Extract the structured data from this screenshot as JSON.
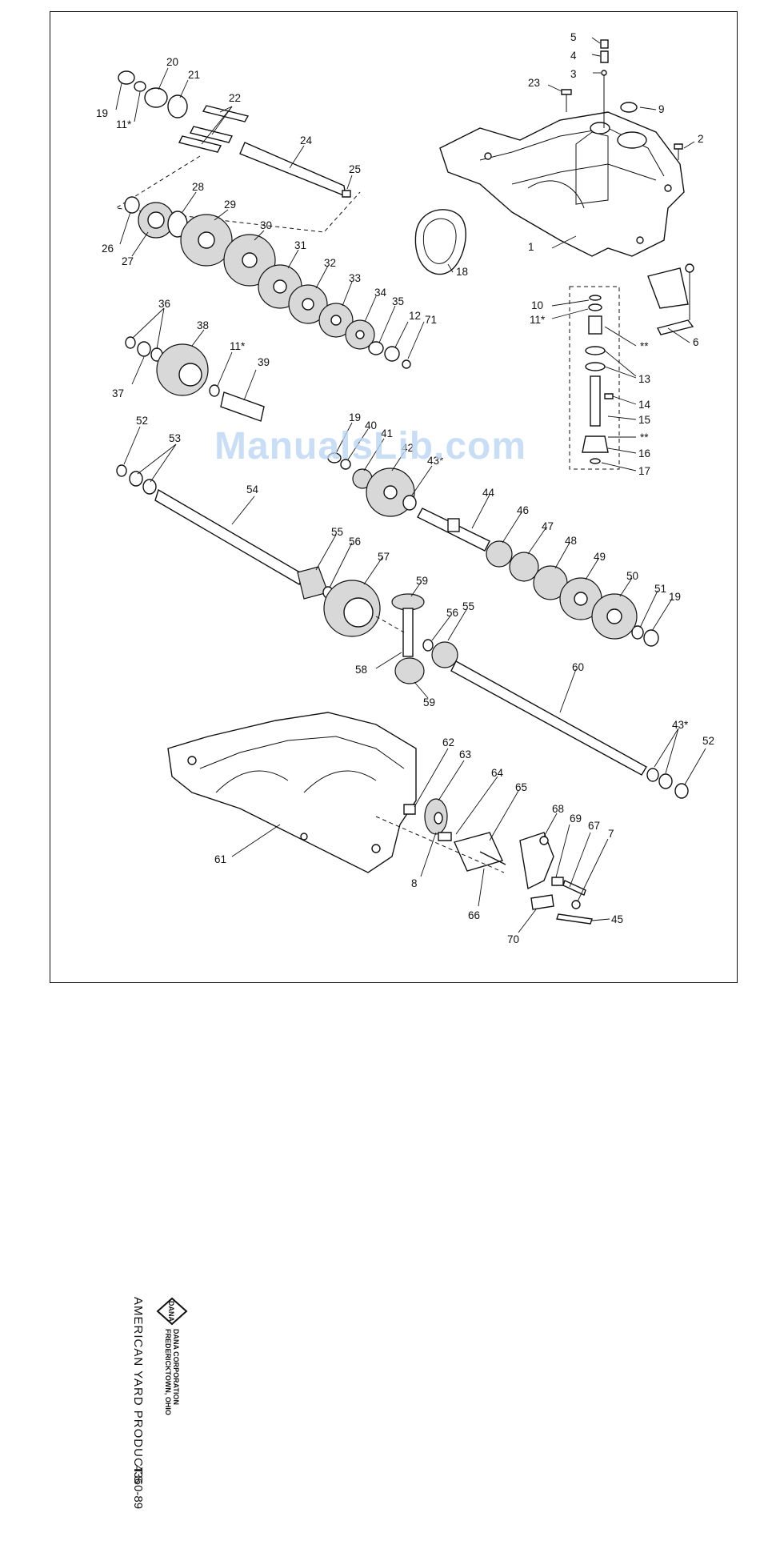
{
  "watermark": "ManualsLib.com",
  "brand": {
    "logo_text": "DANA",
    "line1": "DANA CORPORATION",
    "line2": "FREDERICKTOWN, OHIO",
    "line3": "AMERICAN YARD PRODUCTS",
    "doc_number": "4360-89"
  },
  "part_labels": [
    "1",
    "2",
    "3",
    "4",
    "5",
    "6",
    "7",
    "8",
    "9",
    "10",
    "11*",
    "12",
    "13",
    "14",
    "15",
    "16",
    "17",
    "18",
    "19",
    "20",
    "21",
    "22",
    "23",
    "24",
    "25",
    "26",
    "27",
    "28",
    "29",
    "30",
    "31",
    "32",
    "33",
    "34",
    "35",
    "36",
    "37",
    "38",
    "39",
    "40",
    "41",
    "42",
    "43*",
    "44",
    "45",
    "46",
    "47",
    "48",
    "49",
    "50",
    "51",
    "52",
    "53",
    "54",
    "55",
    "56",
    "57",
    "58",
    "59",
    "60",
    "61",
    "62",
    "63",
    "64",
    "65",
    "66",
    "67",
    "68",
    "69",
    "70",
    "71",
    "**"
  ],
  "colors": {
    "line": "#111111",
    "watermark": "#bcd6f2"
  }
}
